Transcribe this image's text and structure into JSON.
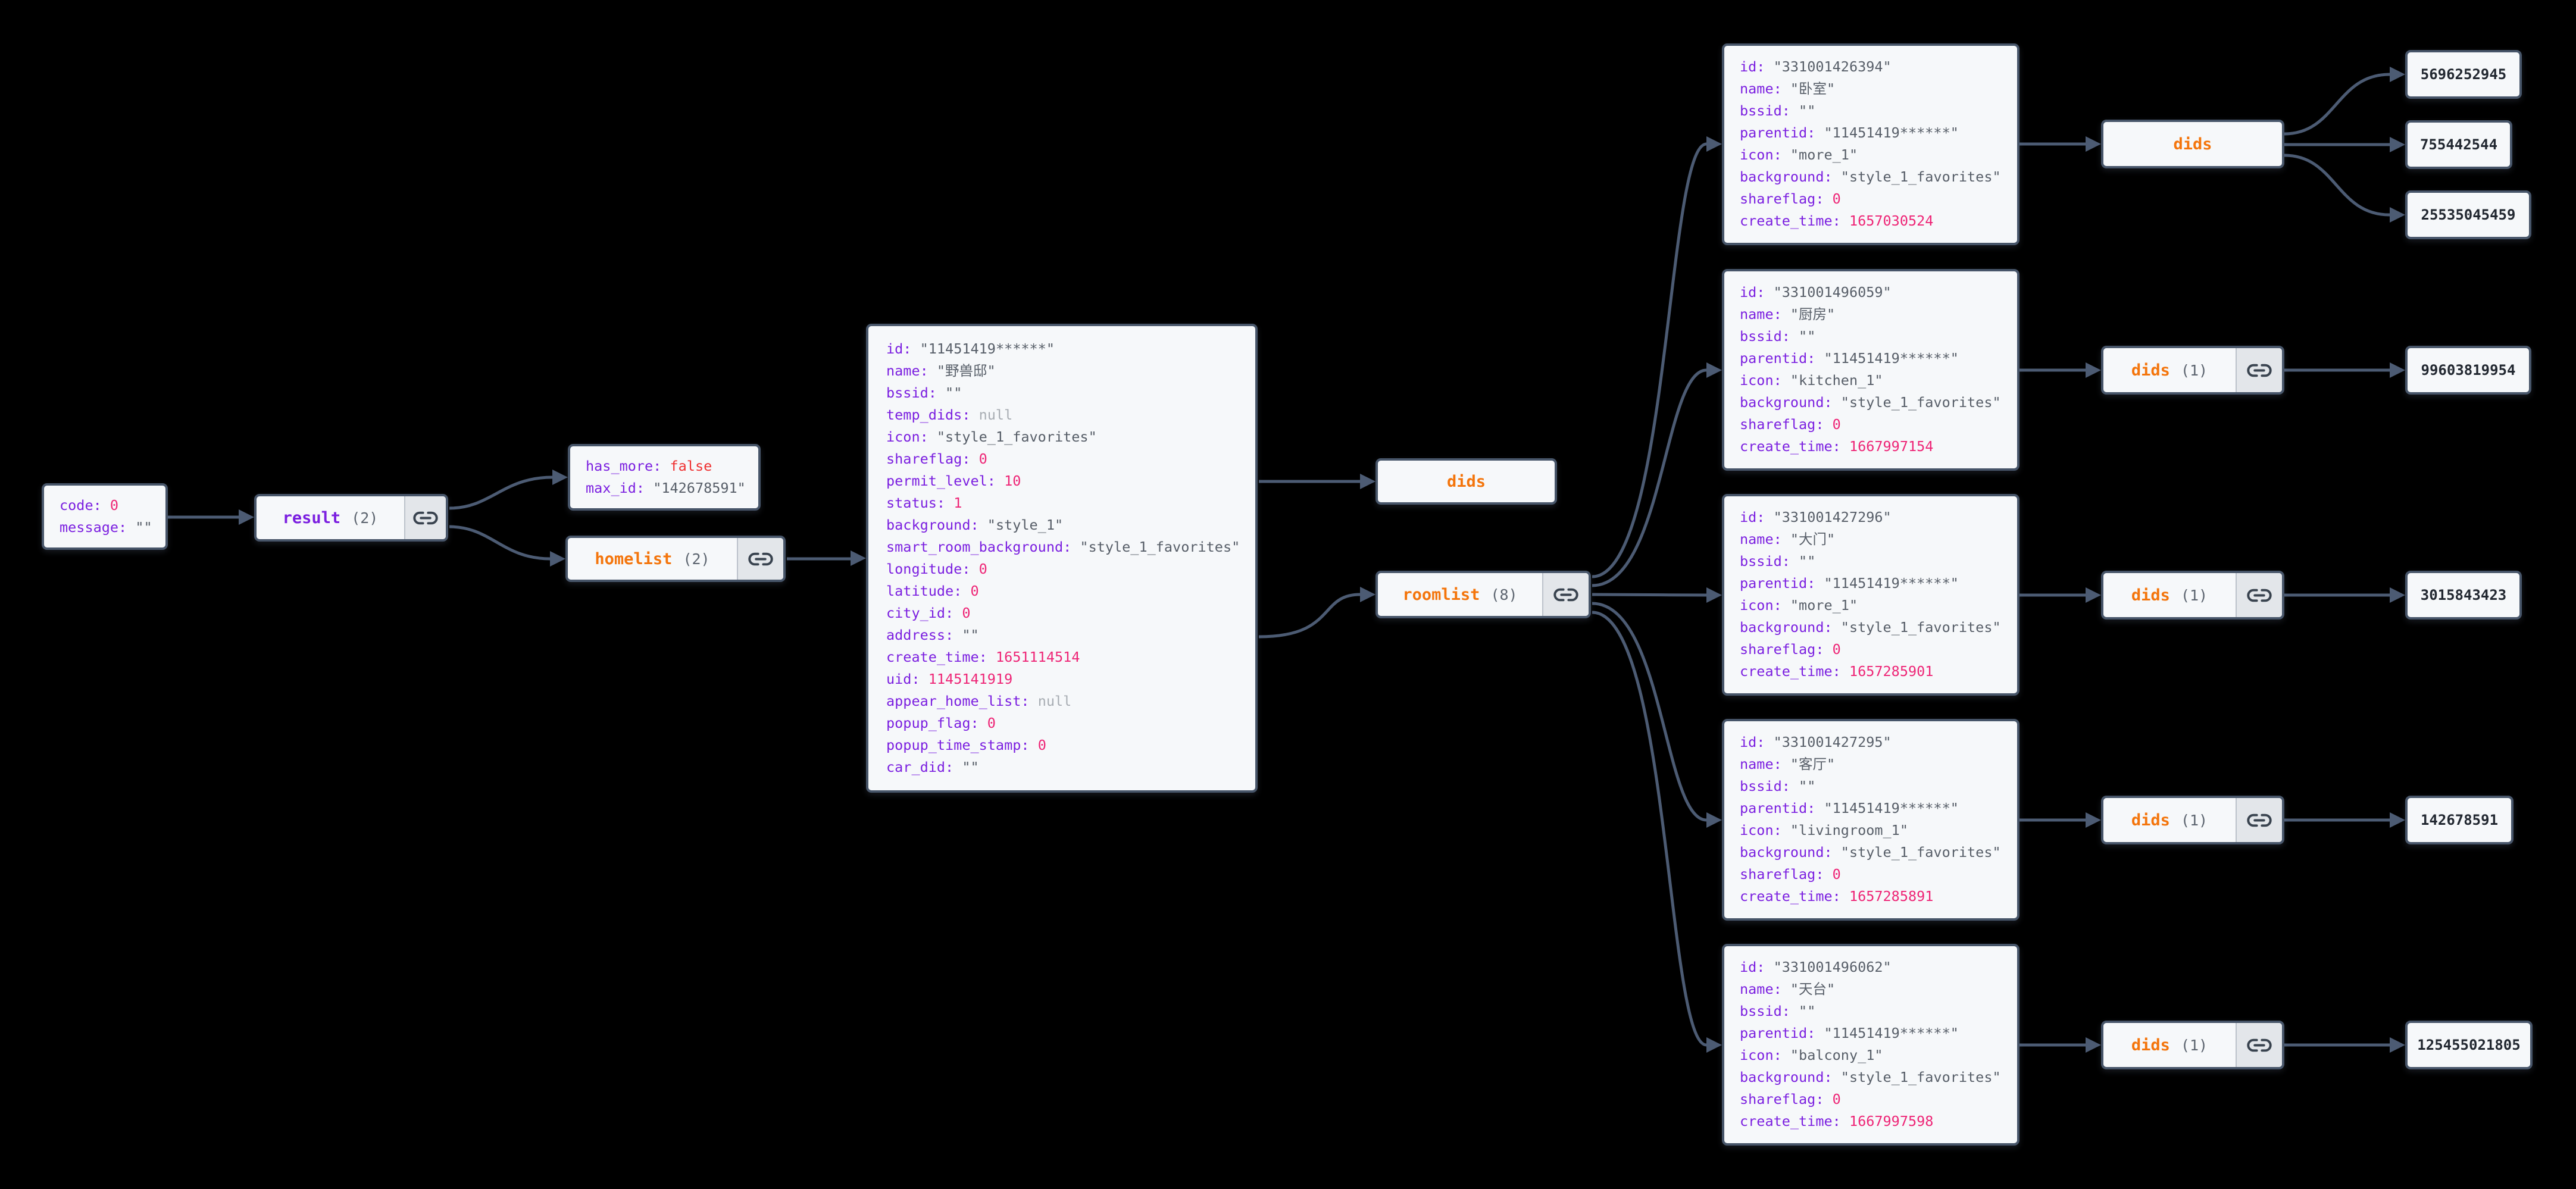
{
  "palette": {
    "background": "#000000",
    "node_bg": "#f6f8fa",
    "node_border": "#475569",
    "edge": "#4c5b73",
    "key": "#7b1fe0",
    "array_label": "#f4750c",
    "string": "#575e68",
    "number": "#ee2576",
    "boolean": "#ef3030",
    "null": "#a8adb3",
    "count": "#5d6570",
    "leaf_text": "#222831",
    "icon_box_bg": "#e3e6ea"
  },
  "nodes": {
    "root": {
      "rows": [
        {
          "key": "code",
          "value": "0",
          "type": "num"
        },
        {
          "key": "message",
          "value": "",
          "type": "str"
        }
      ]
    },
    "result": {
      "label": "result",
      "count": "(2)"
    },
    "meta": {
      "rows": [
        {
          "key": "has_more",
          "value": "false",
          "type": "bool"
        },
        {
          "key": "max_id",
          "value": "142678591",
          "type": "str"
        }
      ]
    },
    "homelist": {
      "label": "homelist",
      "count": "(2)"
    },
    "home": {
      "rows": [
        {
          "key": "id",
          "value": "11451419******",
          "type": "str"
        },
        {
          "key": "name",
          "value": "野兽邸",
          "type": "str"
        },
        {
          "key": "bssid",
          "value": "",
          "type": "str"
        },
        {
          "key": "temp_dids",
          "value": "null",
          "type": "null"
        },
        {
          "key": "icon",
          "value": "style_1_favorites",
          "type": "str"
        },
        {
          "key": "shareflag",
          "value": "0",
          "type": "num"
        },
        {
          "key": "permit_level",
          "value": "10",
          "type": "num"
        },
        {
          "key": "status",
          "value": "1",
          "type": "num"
        },
        {
          "key": "background",
          "value": "style_1",
          "type": "str"
        },
        {
          "key": "smart_room_background",
          "value": "style_1_favorites",
          "type": "str"
        },
        {
          "key": "longitude",
          "value": "0",
          "type": "num"
        },
        {
          "key": "latitude",
          "value": "0",
          "type": "num"
        },
        {
          "key": "city_id",
          "value": "0",
          "type": "num"
        },
        {
          "key": "address",
          "value": "",
          "type": "str"
        },
        {
          "key": "create_time",
          "value": "1651114514",
          "type": "num"
        },
        {
          "key": "uid",
          "value": "1145141919",
          "type": "num"
        },
        {
          "key": "appear_home_list",
          "value": "null",
          "type": "null"
        },
        {
          "key": "popup_flag",
          "value": "0",
          "type": "num"
        },
        {
          "key": "popup_time_stamp",
          "value": "0",
          "type": "num"
        },
        {
          "key": "car_did",
          "value": "",
          "type": "str"
        }
      ]
    },
    "home_dids": {
      "label": "dids"
    },
    "roomlist": {
      "label": "roomlist",
      "count": "(8)"
    },
    "rooms": [
      {
        "rows": [
          {
            "key": "id",
            "value": "331001426394",
            "type": "str"
          },
          {
            "key": "name",
            "value": "卧室",
            "type": "str"
          },
          {
            "key": "bssid",
            "value": "",
            "type": "str"
          },
          {
            "key": "parentid",
            "value": "11451419******",
            "type": "str"
          },
          {
            "key": "icon",
            "value": "more_1",
            "type": "str"
          },
          {
            "key": "background",
            "value": "style_1_favorites",
            "type": "str"
          },
          {
            "key": "shareflag",
            "value": "0",
            "type": "num"
          },
          {
            "key": "create_time",
            "value": "1657030524",
            "type": "num"
          }
        ]
      },
      {
        "rows": [
          {
            "key": "id",
            "value": "331001496059",
            "type": "str"
          },
          {
            "key": "name",
            "value": "厨房",
            "type": "str"
          },
          {
            "key": "bssid",
            "value": "",
            "type": "str"
          },
          {
            "key": "parentid",
            "value": "11451419******",
            "type": "str"
          },
          {
            "key": "icon",
            "value": "kitchen_1",
            "type": "str"
          },
          {
            "key": "background",
            "value": "style_1_favorites",
            "type": "str"
          },
          {
            "key": "shareflag",
            "value": "0",
            "type": "num"
          },
          {
            "key": "create_time",
            "value": "1667997154",
            "type": "num"
          }
        ]
      },
      {
        "rows": [
          {
            "key": "id",
            "value": "331001427296",
            "type": "str"
          },
          {
            "key": "name",
            "value": "大门",
            "type": "str"
          },
          {
            "key": "bssid",
            "value": "",
            "type": "str"
          },
          {
            "key": "parentid",
            "value": "11451419******",
            "type": "str"
          },
          {
            "key": "icon",
            "value": "more_1",
            "type": "str"
          },
          {
            "key": "background",
            "value": "style_1_favorites",
            "type": "str"
          },
          {
            "key": "shareflag",
            "value": "0",
            "type": "num"
          },
          {
            "key": "create_time",
            "value": "1657285901",
            "type": "num"
          }
        ]
      },
      {
        "rows": [
          {
            "key": "id",
            "value": "331001427295",
            "type": "str"
          },
          {
            "key": "name",
            "value": "客厅",
            "type": "str"
          },
          {
            "key": "bssid",
            "value": "",
            "type": "str"
          },
          {
            "key": "parentid",
            "value": "11451419******",
            "type": "str"
          },
          {
            "key": "icon",
            "value": "livingroom_1",
            "type": "str"
          },
          {
            "key": "background",
            "value": "style_1_favorites",
            "type": "str"
          },
          {
            "key": "shareflag",
            "value": "0",
            "type": "num"
          },
          {
            "key": "create_time",
            "value": "1657285891",
            "type": "num"
          }
        ]
      },
      {
        "rows": [
          {
            "key": "id",
            "value": "331001496062",
            "type": "str"
          },
          {
            "key": "name",
            "value": "天台",
            "type": "str"
          },
          {
            "key": "bssid",
            "value": "",
            "type": "str"
          },
          {
            "key": "parentid",
            "value": "11451419******",
            "type": "str"
          },
          {
            "key": "icon",
            "value": "balcony_1",
            "type": "str"
          },
          {
            "key": "background",
            "value": "style_1_favorites",
            "type": "str"
          },
          {
            "key": "shareflag",
            "value": "0",
            "type": "num"
          },
          {
            "key": "create_time",
            "value": "1667997598",
            "type": "num"
          }
        ]
      }
    ],
    "room_dids": [
      {
        "label": "dids"
      },
      {
        "label": "dids",
        "count": "(1)"
      },
      {
        "label": "dids",
        "count": "(1)"
      },
      {
        "label": "dids",
        "count": "(1)"
      },
      {
        "label": "dids",
        "count": "(1)"
      }
    ],
    "leaf_values": [
      "5696252945",
      "755442544",
      "25535045459",
      "99603819954",
      "3015843423",
      "142678591",
      "125455021805"
    ]
  }
}
